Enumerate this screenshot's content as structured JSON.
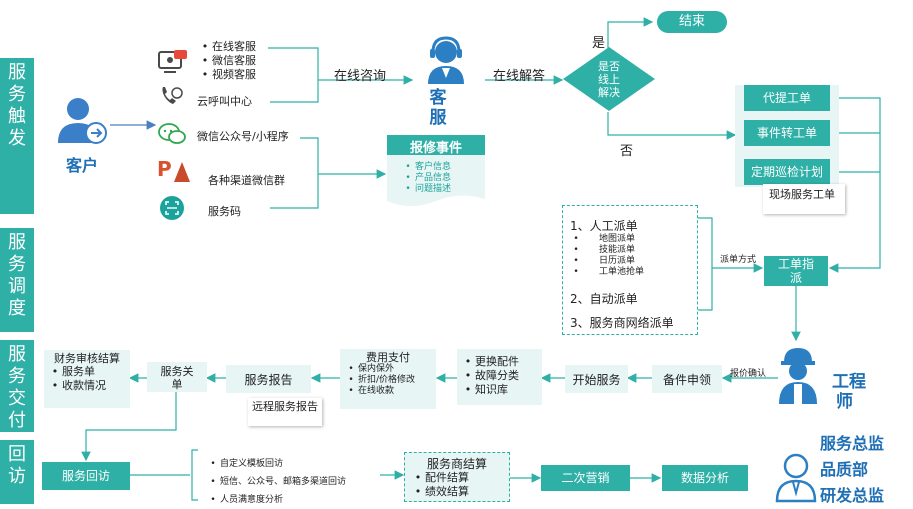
{
  "stages": [
    "服务触发",
    "服务调度",
    "服务交付",
    "回访"
  ],
  "customer": {
    "label": "客户"
  },
  "channels": {
    "group1": [
      "在线客服",
      "微信客服",
      "视频客服"
    ],
    "call_center": "云呼叫中心",
    "wechat_mp": "微信公众号/小程序",
    "wechat_groups": "各种渠道微信群",
    "service_code": "服务码"
  },
  "edge_labels": {
    "online_consult": "在线咨询",
    "online_answer": "在线解答",
    "yes": "是",
    "no": "否",
    "dispatch_method": "派单方式",
    "quote_confirm": "报价确认"
  },
  "agent": {
    "label_line1": "客",
    "label_line2": "服"
  },
  "repair_event": {
    "title": "报修事件",
    "items": [
      "客户信息",
      "产品信息",
      "问题描述"
    ]
  },
  "decision": {
    "text": "是否线上解决"
  },
  "end_node": {
    "label": "结束"
  },
  "work_orders": [
    "代提工单",
    "事件转工单",
    "定期巡检计划"
  ],
  "onsite_order": "现场服务工单",
  "dispatch_node": "工单指派",
  "dispatch_options": {
    "manual": {
      "title": "1、人工派单",
      "items": [
        "地图派单",
        "技能派单",
        "日历派单",
        "工单池抢单"
      ]
    },
    "auto": "2、自动派单",
    "provider": "3、服务商网络派单"
  },
  "engineer": {
    "line1": "工程",
    "line2": "师"
  },
  "delivery": {
    "parts_request": "备件申领",
    "start_service": "开始服务",
    "repair_items": [
      "更换配件",
      "故障分类",
      "知识库"
    ],
    "fee_payment": {
      "title": "费用支付",
      "items": [
        "保内保外",
        "折扣/价格修改",
        "在线收款"
      ]
    },
    "service_report": "服务报告",
    "remote_report": "远程服务报告",
    "close_order": "服务关单",
    "finance": {
      "title": "财务审核结算",
      "items": [
        "服务单",
        "收款情况"
      ]
    }
  },
  "revisit": {
    "service_revisit": "服务回访",
    "methods": [
      "自定义模板回访",
      "短信、公众号、邮箱多渠道回访",
      "人员满意度分析"
    ],
    "settlement": {
      "title": "服务商结算",
      "items": [
        "配件结算",
        "绩效结算"
      ]
    },
    "marketing": "二次营销",
    "analysis": "数据分析"
  },
  "roles": [
    "服务总监",
    "品质部",
    "研发总监"
  ],
  "colors": {
    "teal": "#2fb0a7",
    "light_teal": "#e7f5f4",
    "arrow_blue": "#4a7fc0",
    "role_blue": "#1f6fb5"
  }
}
